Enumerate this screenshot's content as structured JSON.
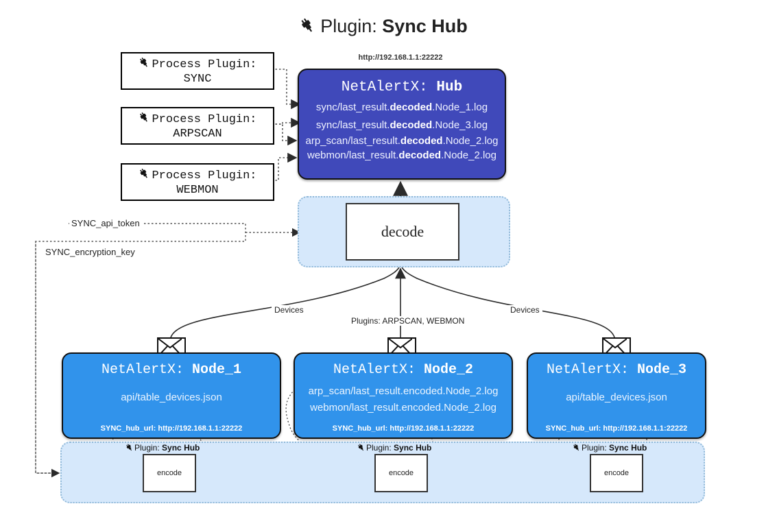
{
  "title": {
    "icon": "plug-icon",
    "prefix": "Plugin:",
    "name": "Sync Hub"
  },
  "process_plugins": [
    {
      "icon": "plug-icon",
      "line1": "Process Plugin:",
      "line2": "SYNC"
    },
    {
      "icon": "plug-icon",
      "line1": "Process Plugin:",
      "line2": "ARPSCAN"
    },
    {
      "icon": "plug-icon",
      "line1": "Process Plugin:",
      "line2": "WEBMON"
    }
  ],
  "hub": {
    "url": "http://192.168.1.1:22222",
    "title_prefix": "NetAlertX:",
    "title_name": "Hub",
    "logs": [
      {
        "pre": "sync/last_result.",
        "strong": "decoded",
        "post": ".Node_1.log"
      },
      {
        "pre": "sync/last_result.",
        "strong": "decoded",
        "post": ".Node_3.log"
      },
      {
        "pre": "arp_scan/last_result.",
        "strong": "decoded",
        "post": ".Node_2.log"
      },
      {
        "pre": "webmon/last_result.",
        "strong": "decoded",
        "post": ".Node_2.log"
      }
    ]
  },
  "decode": {
    "label": "decode"
  },
  "settings": {
    "api_token": "SYNC_api_token",
    "encryption_key": "SYNC_encryption_key"
  },
  "edges": {
    "devices_left": "Devices",
    "devices_right": "Devices",
    "plugins_center": "Plugins: ARPSCAN, WEBMON"
  },
  "nodes": [
    {
      "title_prefix": "NetAlertX:",
      "title_name": "Node_1",
      "lines": [
        "api/table_devices.json"
      ],
      "footer": "SYNC_hub_url: http://192.168.1.1:22222",
      "envelope_icon": "envelope-icon"
    },
    {
      "title_prefix": "NetAlertX:",
      "title_name": "Node_2",
      "lines": [
        "arp_scan/last_result.encoded.Node_2.log",
        "webmon/last_result.encoded.Node_2.log"
      ],
      "footer": "SYNC_hub_url: http://192.168.1.1:22222",
      "envelope_icon": "envelope-icon"
    },
    {
      "title_prefix": "NetAlertX:",
      "title_name": "Node_3",
      "lines": [
        "api/table_devices.json"
      ],
      "footer": "SYNC_hub_url: http://192.168.1.1:22222",
      "envelope_icon": "envelope-icon"
    }
  ],
  "encoders": [
    {
      "icon": "plug-icon",
      "prefix": "Plugin:",
      "name": "Sync Hub",
      "box": "encode"
    },
    {
      "icon": "plug-icon",
      "prefix": "Plugin:",
      "name": "Sync Hub",
      "box": "encode"
    },
    {
      "icon": "plug-icon",
      "prefix": "Plugin:",
      "name": "Sync Hub",
      "box": "encode"
    }
  ],
  "colors": {
    "hub": "#4049ba",
    "node": "#3193eb",
    "panel": "#d6e8fb",
    "panel_border": "#8fb8d8",
    "text_dark": "#1a1a1a",
    "background": "#ffffff"
  }
}
